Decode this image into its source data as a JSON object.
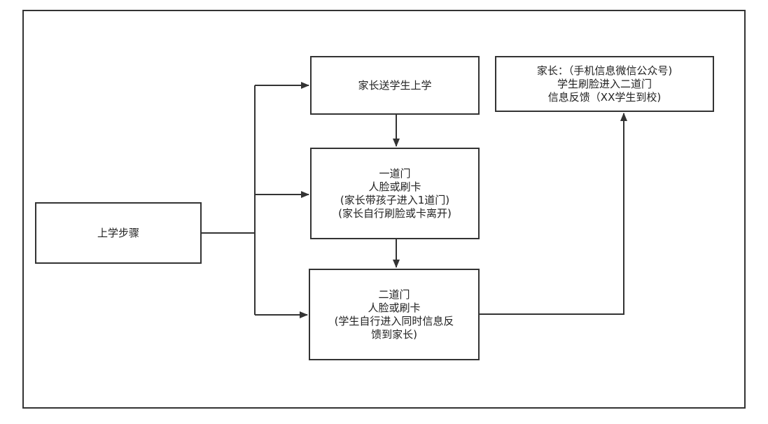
{
  "nodes": {
    "start": {
      "lines": [
        "上学步骤"
      ]
    },
    "parent_send": {
      "lines": [
        "家长送学生上学"
      ]
    },
    "gate1": {
      "lines": [
        "一道门",
        "人脸或刷卡",
        "(家长带孩子进入1道门)",
        "(家长自行刷脸或卡离开)"
      ]
    },
    "gate2": {
      "lines": [
        "二道门",
        "人脸或刷卡",
        "(学生自行进入同时信息反",
        "馈到家长)"
      ]
    },
    "feedback": {
      "lines": [
        "家长：（手机信息微信公众号)",
        "学生刷脸进入二道门",
        "信息反馈（XX学生到校)"
      ]
    }
  },
  "edges": [
    {
      "from": "start",
      "to": "parent_send"
    },
    {
      "from": "start",
      "to": "gate1"
    },
    {
      "from": "start",
      "to": "gate2"
    },
    {
      "from": "parent_send",
      "to": "gate1"
    },
    {
      "from": "gate1",
      "to": "gate2"
    },
    {
      "from": "gate2",
      "to": "feedback"
    }
  ],
  "colors": {
    "stroke": "#333333",
    "text": "#222222",
    "background": "#ffffff"
  }
}
